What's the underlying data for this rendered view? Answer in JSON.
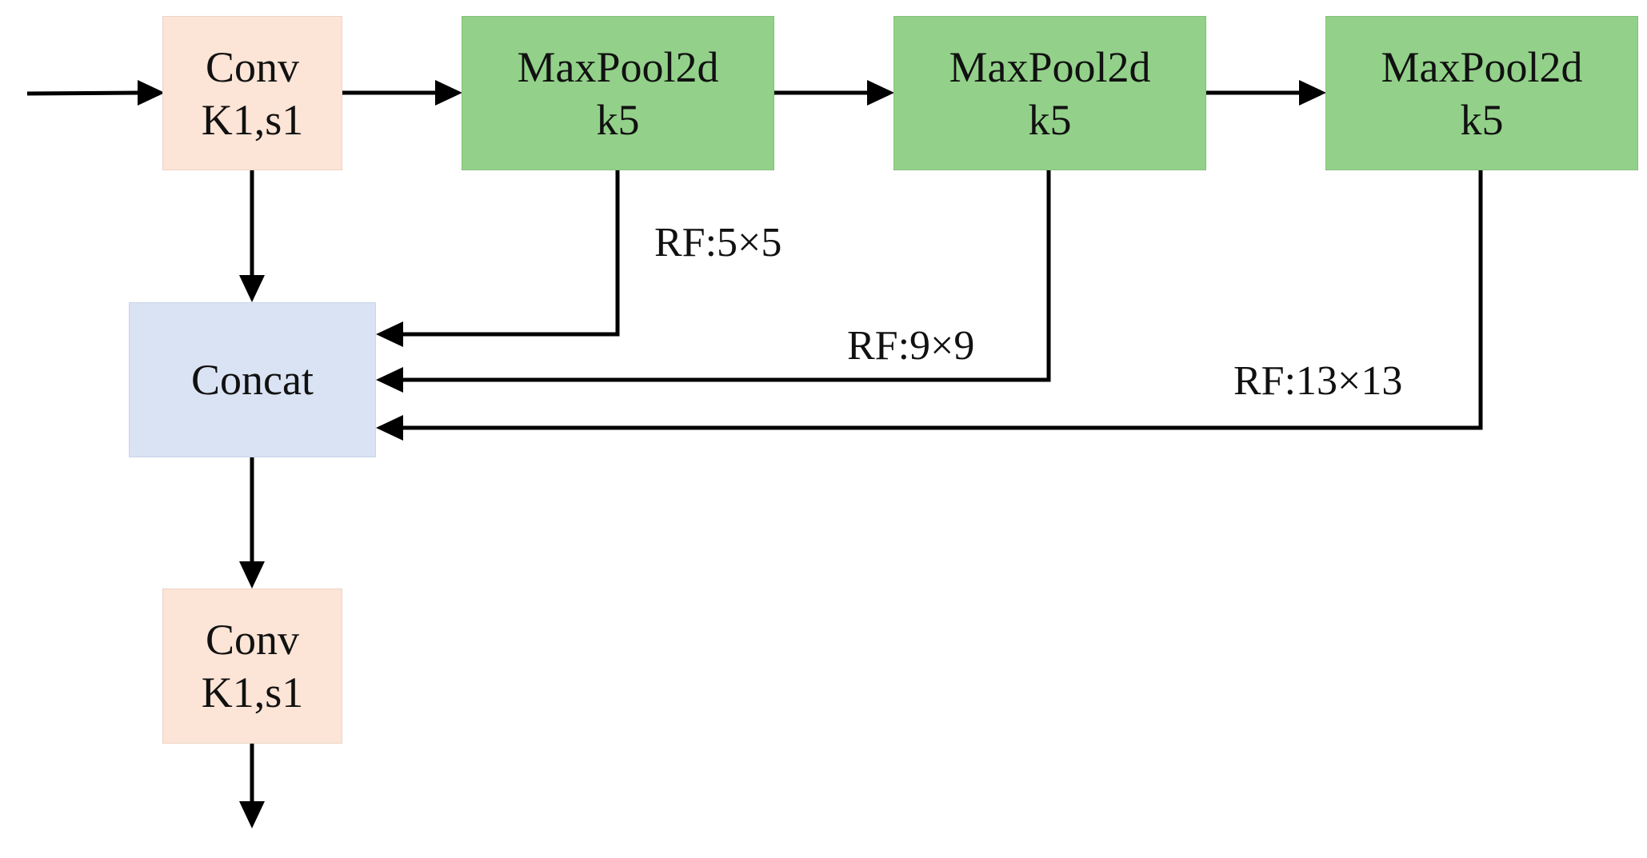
{
  "nodes": {
    "conv_in": {
      "line1": "Conv",
      "line2": "K1,s1"
    },
    "maxpool_1": {
      "line1": "MaxPool2d",
      "line2": "k5"
    },
    "maxpool_2": {
      "line1": "MaxPool2d",
      "line2": "k5"
    },
    "maxpool_3": {
      "line1": "MaxPool2d",
      "line2": "k5"
    },
    "concat": {
      "label": "Concat"
    },
    "conv_out": {
      "line1": "Conv",
      "line2": "K1,s1"
    }
  },
  "edge_labels": {
    "rf_1": "RF:5×5",
    "rf_2": "RF:9×9",
    "rf_3": "RF:13×13"
  },
  "colors": {
    "conv": "#fce4d6",
    "maxpool": "#93d18a",
    "concat": "#dae3f3",
    "arrow": "#000000"
  }
}
